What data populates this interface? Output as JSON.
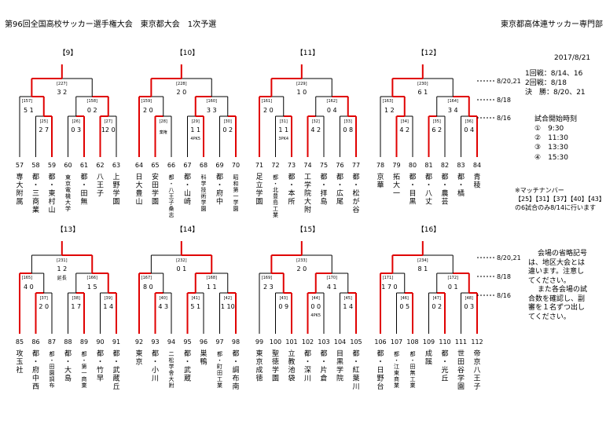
{
  "header": {
    "title": "第96回全国高校サッカー選手権大会　東京都大会　1次予選",
    "org": "東京都高体連サッカー専門部",
    "date": "2017/8/21"
  },
  "schedule": {
    "r1": "1回戦：8/14、16",
    "r2": "2回戦：8/18",
    "final": "決　勝：8/20、21",
    "time_title": "試合開始時刻",
    "times": [
      "①　9:30",
      "②　11:30",
      "③　13:30",
      "④　15:30"
    ],
    "match_title": "※マッチナンバー",
    "match_line": "【25】【31】【37】【40】【43】【46】",
    "match_note": "の6試合のみ8/14に行います"
  },
  "venue_note": {
    "lines": [
      "会場の省略記号",
      "は、地区大会とは",
      "違います。注意し",
      "てください。",
      "また各会場の試",
      "合数を確認し、副",
      "審を１名ずつ出し",
      "てください。"
    ]
  },
  "round_dates": {
    "top": [
      "8/20,21",
      "8/18",
      "8/16"
    ],
    "bottom": [
      "8/20,21",
      "8/18",
      "8/16"
    ]
  },
  "blocks": [
    {
      "name": "【9】",
      "top": "[227]",
      "top_score": "3 2",
      "sub": [
        {
          "m": "[157]",
          "s": "5 1"
        },
        {
          "m": "[158]",
          "s": "0 2"
        }
      ],
      "r1": [
        {
          "m": "[25]",
          "s": "2 7",
          "note": ""
        },
        {
          "m": "[26]",
          "s": "0 3",
          "note": ""
        },
        {
          "m": "[27]",
          "s": "12 0",
          "note": ""
        }
      ],
      "teams": [
        {
          "no": "57",
          "name": "専大附属"
        },
        {
          "no": "58",
          "name": "都・三商業"
        },
        {
          "no": "59",
          "name": "都・東村山"
        },
        {
          "no": "60",
          "name": "東京電機大学"
        },
        {
          "no": "61",
          "name": "都・田無"
        },
        {
          "no": "62",
          "name": "八王子"
        },
        {
          "no": "63",
          "name": "上野学園"
        }
      ]
    },
    {
      "name": "【10】",
      "top": "[228]",
      "top_score": "2 0",
      "sub": [
        {
          "m": "[159]",
          "s": "2 0"
        },
        {
          "m": "[160]",
          "s": "3 3"
        }
      ],
      "r1": [
        {
          "m": "[28]",
          "s": "",
          "note": "棄権"
        },
        {
          "m": "[29]",
          "s": "1 1",
          "note": "4PK5"
        },
        {
          "m": "[30]",
          "s": "0 2",
          "note": ""
        }
      ],
      "teams": [
        {
          "no": "64",
          "name": "日大豊山"
        },
        {
          "no": "65",
          "name": "安田学園"
        },
        {
          "no": "66",
          "name": "都・八王子桑志"
        },
        {
          "no": "67",
          "name": "都・山崎"
        },
        {
          "no": "68",
          "name": "科学技術学園"
        },
        {
          "no": "69",
          "name": "都・府中"
        },
        {
          "no": "70",
          "name": "昭和第一学園"
        }
      ]
    },
    {
      "name": "【11】",
      "top": "[229]",
      "top_score": "1 0",
      "sub": [
        {
          "m": "[161]",
          "s": "2 0"
        },
        {
          "m": "[162]",
          "s": "0 4"
        }
      ],
      "r1": [
        {
          "m": "[31]",
          "s": "1 1",
          "note": "3PK4"
        },
        {
          "m": "[32]",
          "s": "4 2",
          "note": ""
        },
        {
          "m": "[33]",
          "s": "0 8",
          "note": ""
        }
      ],
      "teams": [
        {
          "no": "71",
          "name": "足立学園"
        },
        {
          "no": "72",
          "name": "都・北豊島工業"
        },
        {
          "no": "73",
          "name": "都・本所"
        },
        {
          "no": "74",
          "name": "工学院大附"
        },
        {
          "no": "75",
          "name": "都・拝島"
        },
        {
          "no": "76",
          "name": "都・広尾"
        },
        {
          "no": "77",
          "name": "都・松が谷"
        }
      ]
    },
    {
      "name": "【12】",
      "top": "[230]",
      "top_score": "6 1",
      "sub": [
        {
          "m": "[163]",
          "s": "1 2"
        },
        {
          "m": "[164]",
          "s": "3 4"
        }
      ],
      "r1": [
        {
          "m": "[34]",
          "s": "4 2",
          "note": ""
        },
        {
          "m": "[35]",
          "s": "6 2",
          "note": ""
        },
        {
          "m": "[36]",
          "s": "0 4",
          "note": ""
        }
      ],
      "teams": [
        {
          "no": "78",
          "name": "京華"
        },
        {
          "no": "79",
          "name": "拓大一"
        },
        {
          "no": "80",
          "name": "都・目黒"
        },
        {
          "no": "81",
          "name": "都・八丈"
        },
        {
          "no": "82",
          "name": "都・農芸"
        },
        {
          "no": "83",
          "name": "都・橘"
        },
        {
          "no": "84",
          "name": "青稜"
        }
      ]
    },
    {
      "name": "【13】",
      "top": "[231]",
      "top_score": "1 2",
      "top_note": "延長",
      "sub": [
        {
          "m": "[165]",
          "s": "4 0"
        },
        {
          "m": "[166]",
          "s": "1 5"
        }
      ],
      "r1": [
        {
          "m": "[37]",
          "s": "2 0",
          "note": ""
        },
        {
          "m": "[38]",
          "s": "1 7",
          "note": ""
        },
        {
          "m": "[39]",
          "s": "1 4",
          "note": ""
        }
      ],
      "teams": [
        {
          "no": "85",
          "name": "攻玉社"
        },
        {
          "no": "86",
          "name": "都・府中西"
        },
        {
          "no": "87",
          "name": "都・田園調布"
        },
        {
          "no": "88",
          "name": "都・大島"
        },
        {
          "no": "89",
          "name": "都・第一商業"
        },
        {
          "no": "90",
          "name": "都・竹早"
        },
        {
          "no": "91",
          "name": "都・武蔵丘"
        }
      ]
    },
    {
      "name": "【14】",
      "top": "[232]",
      "top_score": "0 1",
      "sub": [
        {
          "m": "[167]",
          "s": "8 0"
        },
        {
          "m": "[168]",
          "s": "1 1"
        }
      ],
      "r1": [
        {
          "m": "[40]",
          "s": "4 3",
          "note": ""
        },
        {
          "m": "[41]",
          "s": "5 1",
          "note": ""
        },
        {
          "m": "[42]",
          "s": "1 10",
          "note": ""
        }
      ],
      "teams": [
        {
          "no": "92",
          "name": "東京"
        },
        {
          "no": "93",
          "name": "都・小川"
        },
        {
          "no": "94",
          "name": "二松学舎大附"
        },
        {
          "no": "95",
          "name": "都・武蔵"
        },
        {
          "no": "96",
          "name": "巣鴨"
        },
        {
          "no": "97",
          "name": "都・町田工業"
        },
        {
          "no": "98",
          "name": "都・調布南"
        }
      ]
    },
    {
      "name": "【15】",
      "top": "[233]",
      "top_score": "2 0",
      "sub": [
        {
          "m": "[169]",
          "s": "2 3"
        },
        {
          "m": "[170]",
          "s": "4 1"
        }
      ],
      "r1": [
        {
          "m": "[43]",
          "s": "0 9",
          "note": ""
        },
        {
          "m": "[44]",
          "s": "0 0",
          "note": "4PK5"
        },
        {
          "m": "[45]",
          "s": "1 4",
          "note": ""
        }
      ],
      "teams": [
        {
          "no": "99",
          "name": "東京成徳"
        },
        {
          "no": "100",
          "name": "聖徳学園"
        },
        {
          "no": "101",
          "name": "立教池袋"
        },
        {
          "no": "102",
          "name": "都・深川"
        },
        {
          "no": "103",
          "name": "都・片倉"
        },
        {
          "no": "104",
          "name": "目黒学院"
        },
        {
          "no": "105",
          "name": "都・紅葉川"
        }
      ]
    },
    {
      "name": "【16】",
      "top": "[234]",
      "top_score": "8 1",
      "sub": [
        {
          "m": "[171]",
          "s": "1 7 0"
        },
        {
          "m": "[172]",
          "s": "0 1"
        }
      ],
      "r1": [
        {
          "m": "[46]",
          "s": "0 5",
          "note": ""
        },
        {
          "m": "[47]",
          "s": "0 2",
          "note": ""
        },
        {
          "m": "[48]",
          "s": "0 3",
          "note": ""
        }
      ],
      "teams": [
        {
          "no": "106",
          "name": "都・日野台"
        },
        {
          "no": "107",
          "name": "都・江東商業"
        },
        {
          "no": "108",
          "name": "都・田無工業"
        },
        {
          "no": "109",
          "name": "成蹊"
        },
        {
          "no": "110",
          "name": "都・光丘"
        },
        {
          "no": "111",
          "name": "世田谷学園"
        },
        {
          "no": "112",
          "name": "帝京八王子"
        }
      ]
    }
  ],
  "colors": {
    "win": "#e00000",
    "line": "#000000"
  }
}
